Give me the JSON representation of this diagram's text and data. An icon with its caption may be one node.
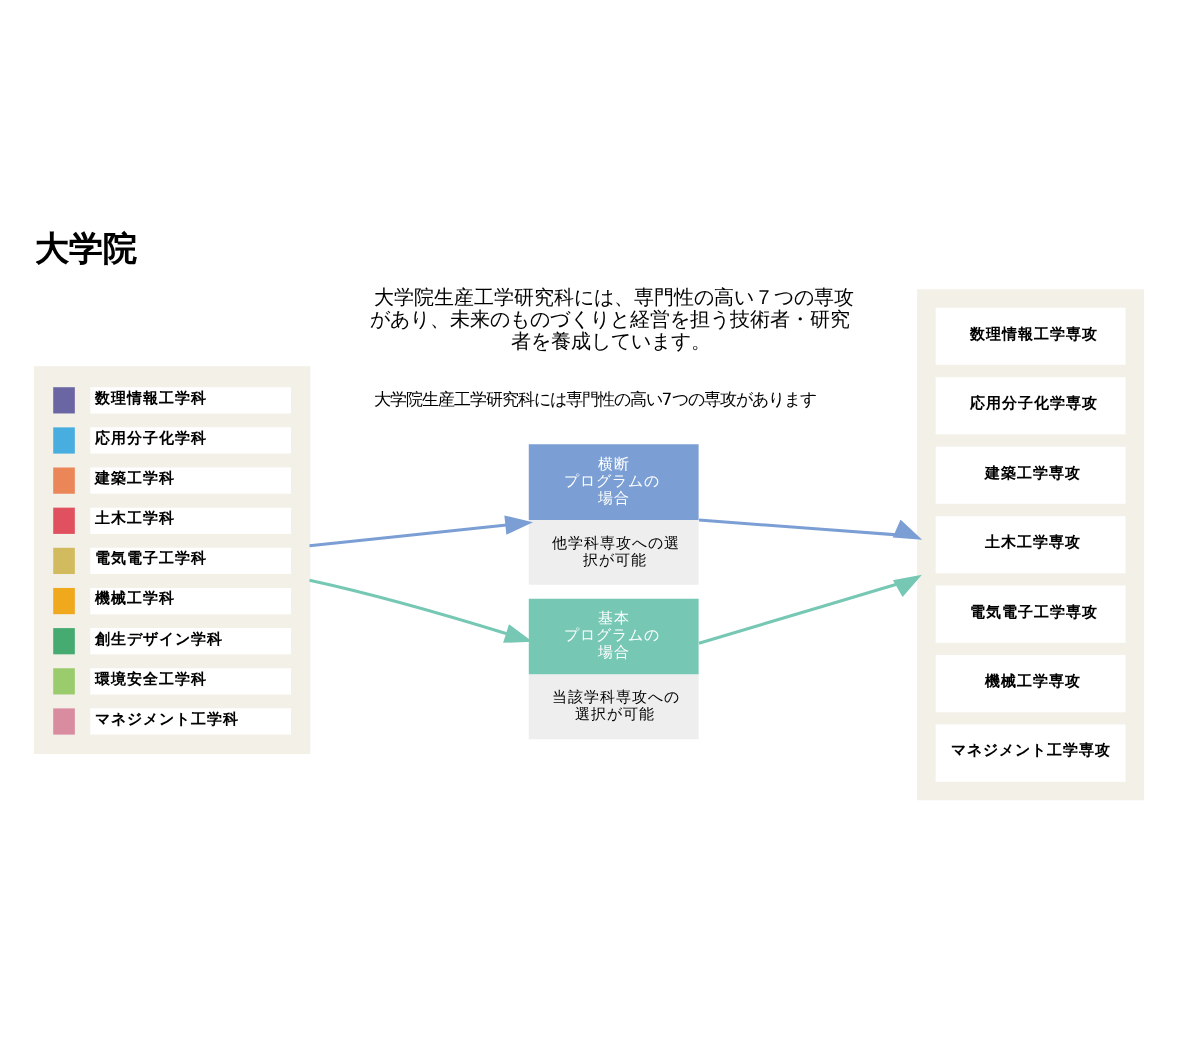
{
  "diagram": {
    "title": "大学院",
    "nodes": [
      {
        "text": [],
        "shape": "box"
      },
      {
        "text": [
          "マネジメント工学科"
        ],
        "in": 0
      },
      {
        "text": [
          "環境安全工学科"
        ],
        "in": 0
      },
      {
        "text": [
          "創生デザイン学科"
        ],
        "in": 0
      },
      {
        "text": [
          "機械工学科"
        ],
        "in": 0
      },
      {
        "text": [
          "電気電子工学科"
        ],
        "in": 0
      },
      {
        "text": [
          "土木工学科"
        ],
        "in": 0
      },
      {
        "text": [
          "建築工学科"
        ],
        "in": 0
      },
      {
        "text": [
          "応用分子化学科"
        ],
        "in": 0
      },
      {
        "text": [
          "数理情報工学科"
        ],
        "in": 0
      },
      {
        "text": [
          "基本プログラムの場合",
          "当該学科専攻への選択が可能"
        ]
      },
      {
        "text": [
          "横断プログラムの場合",
          "他学科専攻への選択が可能"
        ]
      },
      {
        "text": [],
        "shape": "box"
      },
      {
        "text": [
          "マネジメント工学専攻"
        ],
        "in": 12
      },
      {
        "text": [
          "機械工学専攻"
        ],
        "in": 12
      },
      {
        "text": [
          "電気電子工学専攻"
        ],
        "in": 12
      },
      {
        "text": [
          "土木工学専攻"
        ],
        "in": 12
      },
      {
        "text": [
          "建築工学専攻"
        ],
        "in": 12
      },
      {
        "text": [
          "応用分子化学専攻"
        ],
        "in": 12
      },
      {
        "text": [
          "数理情報工学専攻"
        ],
        "in": 12
      }
    ],
    "edges": [
      {
        "from": 0,
        "to": 10,
        "arrow": "to",
        "color": "#76c8b4"
      },
      {
        "from": 0,
        "to": 11,
        "arrow": "to",
        "color": "#7b9fd4"
      },
      {
        "from": 10,
        "to": 12,
        "arrow": "to",
        "color": "#76c8b4"
      },
      {
        "from": 11,
        "to": 12,
        "arrow": "to",
        "color": "#7b9fd4"
      }
    ],
    "labels": [
      "大学院生産工学研究科には、専門性の高い７つの専攻があり、未来のものづくりと経営を担う技術者・研究者を養成しています。",
      "大学院生産工学研究科には専門性の高い7つの専攻があります"
    ]
  }
}
